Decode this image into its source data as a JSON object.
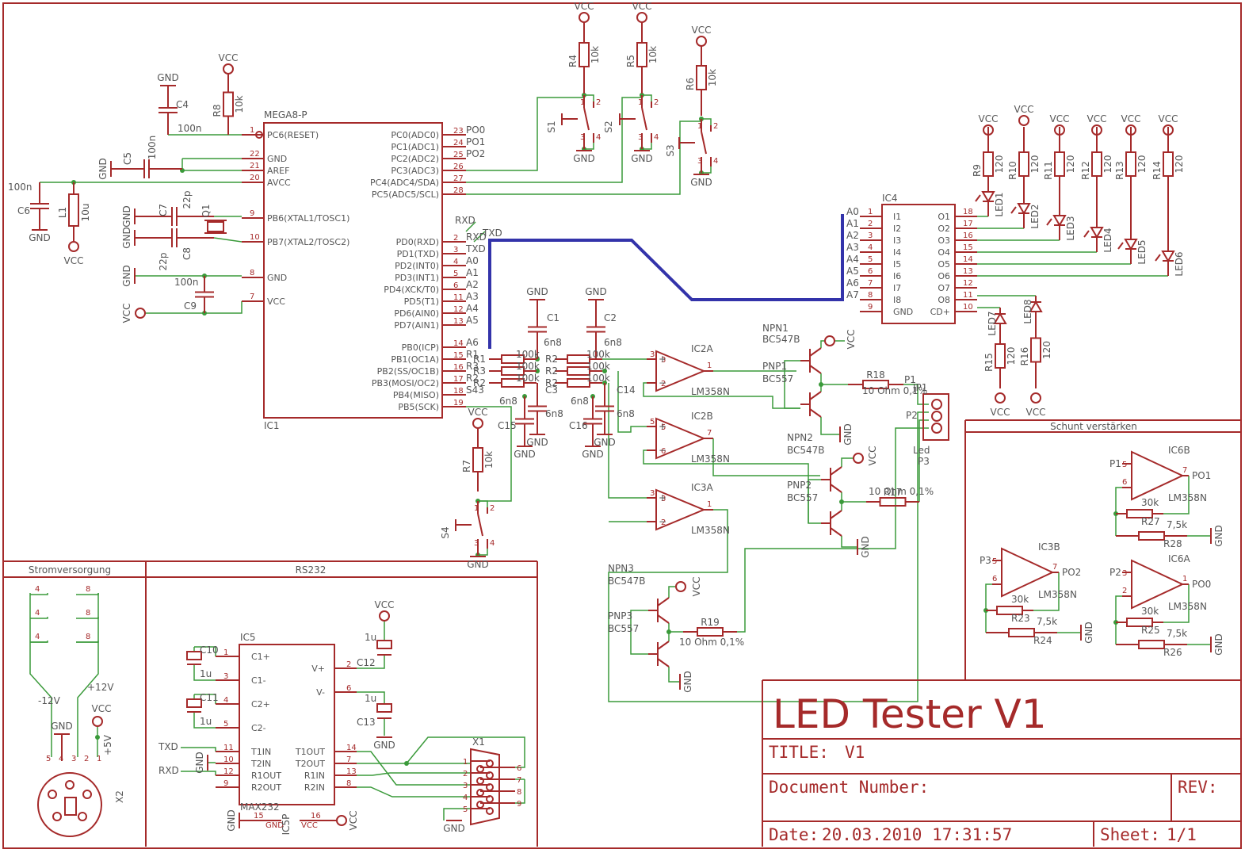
{
  "colors": {
    "symbol": "#a52a2a",
    "net": "#3a9a3a",
    "bus": "#3333aa",
    "text": "#555555",
    "background": "#ffffff"
  },
  "titleblock": {
    "big_title": "LED Tester V1",
    "title_label": "TITLE:",
    "title_value": "V1",
    "docnum_label": "Document Number:",
    "rev_label": "REV:",
    "date_label": "Date:",
    "date_value": "20.03.2010 17:31:57",
    "sheet_label": "Sheet:",
    "sheet_value": "1/1"
  },
  "sections": {
    "power": "Stromversorgung",
    "rs232": "RS232",
    "shunt": "Schunt verstärken"
  },
  "mcu": {
    "name": "MEGA8-P",
    "ref": "IC1",
    "left_pins": [
      {
        "num": "1",
        "name": "PC6(RESET)"
      },
      {
        "num": "22",
        "name": "GND"
      },
      {
        "num": "21",
        "name": "AREF"
      },
      {
        "num": "20",
        "name": "AVCC"
      },
      {
        "num": "9",
        "name": "PB6(XTAL1/TOSC1)"
      },
      {
        "num": "10",
        "name": "PB7(XTAL2/TOSC2)"
      },
      {
        "num": "8",
        "name": "GND"
      },
      {
        "num": "7",
        "name": "VCC"
      }
    ],
    "right_top": [
      {
        "num": "23",
        "name": "PC0(ADC0)",
        "net": "PO0"
      },
      {
        "num": "24",
        "name": "PC1(ADC1)",
        "net": "PO1"
      },
      {
        "num": "25",
        "name": "PC2(ADC2)",
        "net": "PO2"
      },
      {
        "num": "26",
        "name": "PC3(ADC3)",
        "net": ""
      },
      {
        "num": "27",
        "name": "PC4(ADC4/SDA)",
        "net": ""
      },
      {
        "num": "28",
        "name": "PC5(ADC5/SCL)",
        "net": ""
      }
    ],
    "right_mid": [
      {
        "num": "2",
        "name": "PD0(RXD)",
        "net": "RXD"
      },
      {
        "num": "3",
        "name": "PD1(TXD)",
        "net": "TXD"
      },
      {
        "num": "4",
        "name": "PD2(INT0)",
        "net": "A0"
      },
      {
        "num": "5",
        "name": "PD3(INT1)",
        "net": "A1"
      },
      {
        "num": "6",
        "name": "PD4(XCK/T0)",
        "net": "A2"
      },
      {
        "num": "11",
        "name": "PD5(T1)",
        "net": "A3"
      },
      {
        "num": "12",
        "name": "PD6(AIN0)",
        "net": "A4"
      },
      {
        "num": "13",
        "name": "PD7(AIN1)",
        "net": "A5"
      }
    ],
    "right_bot": [
      {
        "num": "14",
        "name": "PB0(ICP)",
        "net": "A6"
      },
      {
        "num": "15",
        "name": "PB1(OC1A)",
        "net": "R1"
      },
      {
        "num": "16",
        "name": "PB2(SS/OC1B)",
        "net": "R3"
      },
      {
        "num": "17",
        "name": "PB3(MOSI/OC2)",
        "net": "R2"
      },
      {
        "num": "18",
        "name": "PB4(MISO)",
        "net": "S43"
      },
      {
        "num": "19",
        "name": "PB5(SCK)",
        "net": ""
      }
    ]
  },
  "ic4": {
    "ref": "IC4",
    "left": [
      {
        "num": "1",
        "name": "I1",
        "net": "A0"
      },
      {
        "num": "2",
        "name": "I2",
        "net": "A1"
      },
      {
        "num": "3",
        "name": "I3",
        "net": "A2"
      },
      {
        "num": "4",
        "name": "I4",
        "net": "A3"
      },
      {
        "num": "5",
        "name": "I5",
        "net": "A4"
      },
      {
        "num": "6",
        "name": "I6",
        "net": "A5"
      },
      {
        "num": "7",
        "name": "I7",
        "net": "A6"
      },
      {
        "num": "8",
        "name": "I8",
        "net": "A7"
      },
      {
        "num": "9",
        "name": "GND",
        "net": ""
      }
    ],
    "right": [
      {
        "num": "18",
        "name": "O1"
      },
      {
        "num": "17",
        "name": "O2"
      },
      {
        "num": "16",
        "name": "O3"
      },
      {
        "num": "15",
        "name": "O4"
      },
      {
        "num": "14",
        "name": "O5"
      },
      {
        "num": "13",
        "name": "O6"
      },
      {
        "num": "12",
        "name": "O7"
      },
      {
        "num": "11",
        "name": "O8"
      },
      {
        "num": "10",
        "name": "CD+"
      }
    ],
    "bottom_net": "A7"
  },
  "top_leds": [
    {
      "r": "R9",
      "rv": "120",
      "led": "LED1"
    },
    {
      "r": "R10",
      "rv": "120",
      "led": "LED2"
    },
    {
      "r": "R11",
      "rv": "120",
      "led": "LED3"
    },
    {
      "r": "R12",
      "rv": "120",
      "led": "LED4"
    },
    {
      "r": "R13",
      "rv": "120",
      "led": "LED5"
    },
    {
      "r": "R14",
      "rv": "120",
      "led": "LED6"
    }
  ],
  "bottom_leds": [
    {
      "r": "R15",
      "rv": "120",
      "led": "LED7"
    },
    {
      "r": "R16",
      "rv": "120",
      "led": "LED8"
    }
  ],
  "nets": {
    "vcc": "VCC",
    "gnd": "GND",
    "txd": "TXD",
    "rxd": "RXD"
  },
  "passives": {
    "c4": {
      "ref": "C4",
      "val": "100n"
    },
    "r8": {
      "ref": "R8",
      "val": "10k"
    },
    "c5": {
      "ref": "C5",
      "val": "100n"
    },
    "c6": {
      "ref": "C6",
      "val": "100n"
    },
    "l1": {
      "ref": "L1",
      "val": "10u"
    },
    "c7": {
      "ref": "C7",
      "val": "22p"
    },
    "c8": {
      "ref": "C8",
      "val": "22p"
    },
    "q1": {
      "ref": "Q1"
    },
    "c9": {
      "ref": "C9",
      "val": "100n"
    },
    "r4": {
      "ref": "R4",
      "val": "10k"
    },
    "r5": {
      "ref": "R5",
      "val": "10k"
    },
    "r6": {
      "ref": "R6",
      "val": "10k"
    },
    "s1": "S1",
    "s2": "S2",
    "s3": "S3",
    "s4": "S4",
    "r7": {
      "ref": "R7",
      "val": "10k"
    },
    "c1": {
      "ref": "C1",
      "val": "6n8"
    },
    "c2": {
      "ref": "C2",
      "val": "6n8"
    },
    "c3": {
      "ref": "C3",
      "val": "6n8"
    },
    "c14": {
      "ref": "C14",
      "val": "6n8"
    },
    "c15": {
      "ref": "C15",
      "val": "6n8"
    },
    "c16": {
      "ref": "C16",
      "val": "6n8"
    },
    "r_left": [
      {
        "ref": "R1",
        "val": "100k"
      },
      {
        "ref": "R3",
        "val": "100k"
      },
      {
        "ref": "R2",
        "val": "100k"
      }
    ],
    "r_right": [
      {
        "ref": "R2",
        "val": "100k"
      },
      {
        "ref": "R2",
        "val": "100k"
      },
      {
        "ref": "R2",
        "val": "100k"
      }
    ],
    "r18": {
      "ref": "R18",
      "val": "10 Ohm 0,1%"
    },
    "r17": {
      "ref": "R17",
      "val": "10 Ohm 0,1%"
    },
    "r19": {
      "ref": "R19",
      "val": "10 Ohm 0,1%"
    }
  },
  "opamps": [
    {
      "ref": "IC2A",
      "type": "LM358N",
      "out": "1",
      "p": "3",
      "n": "2"
    },
    {
      "ref": "IC2B",
      "type": "LM358N",
      "out": "7",
      "p": "5",
      "n": "6"
    },
    {
      "ref": "IC3A",
      "type": "LM358N",
      "out": "1",
      "p": "3",
      "n": "2"
    }
  ],
  "transistors": [
    {
      "ref": "NPN1",
      "type": "BC547B"
    },
    {
      "ref": "PNP1",
      "type": "BC557"
    },
    {
      "ref": "NPN2",
      "type": "BC547B"
    },
    {
      "ref": "PNP2",
      "type": "BC557"
    },
    {
      "ref": "NPN3",
      "type": "BC547B"
    },
    {
      "ref": "PNP3",
      "type": "BC557"
    }
  ],
  "connectors": {
    "p1": "P1",
    "jp1": "JP1",
    "p2": "P2",
    "led": "Led",
    "p3": "P3",
    "x1": "X1",
    "x2": "X2"
  },
  "shunt_amps": [
    {
      "ref": "IC6B",
      "type": "LM358N",
      "in": "P1",
      "pin_p": "5",
      "pin_n": "6",
      "pin_o": "7",
      "out": "PO1",
      "rf": "R27",
      "rfv": "30k",
      "rg": "R28",
      "rgv": "7,5k"
    },
    {
      "ref": "IC3B",
      "type": "LM358N",
      "in": "P3",
      "pin_p": "5",
      "pin_n": "6",
      "pin_o": "7",
      "out": "PO2",
      "rf": "R23",
      "rfv": "30k",
      "rg": "R24",
      "rgv": "7,5k"
    },
    {
      "ref": "IC6A",
      "type": "LM358N",
      "in": "P2",
      "pin_p": "3",
      "pin_n": "2",
      "pin_o": "1",
      "out": "PO0",
      "rf": "R25",
      "rfv": "30k",
      "rg": "R26",
      "rgv": "7,5k"
    }
  ],
  "power": {
    "neg": "-12V",
    "pos": "+12V",
    "p5": "+5V",
    "gnd": "GND",
    "vcc": "VCC",
    "pins": [
      "4",
      "4",
      "4",
      "8",
      "8",
      "8",
      "5",
      "4",
      "3",
      "2",
      "1"
    ]
  },
  "max232": {
    "ref": "IC5",
    "name": "MAX232",
    "pwr_ref": "IC5P",
    "left": [
      {
        "num": "1",
        "name": "C1+"
      },
      {
        "num": "3",
        "name": "C1-"
      },
      {
        "num": "4",
        "name": "C2+"
      },
      {
        "num": "5",
        "name": "C2-"
      },
      {
        "num": "11",
        "name": "T1IN"
      },
      {
        "num": "10",
        "name": "T2IN"
      },
      {
        "num": "12",
        "name": "R1OUT"
      },
      {
        "num": "9",
        "name": "R2OUT"
      }
    ],
    "right": [
      {
        "num": "2",
        "name": "V+"
      },
      {
        "num": "6",
        "name": "V-"
      },
      {
        "num": "14",
        "name": "T1OUT"
      },
      {
        "num": "7",
        "name": "T2OUT"
      },
      {
        "num": "13",
        "name": "R1IN"
      },
      {
        "num": "8",
        "name": "R2IN"
      }
    ],
    "pwr_pins": {
      "gnd_num": "15",
      "gnd": "GND",
      "vcc_num": "16",
      "vcc": "VCC"
    },
    "caps": [
      {
        "ref": "C10",
        "val": "1u"
      },
      {
        "ref": "C11",
        "val": "1u"
      },
      {
        "ref": "C12",
        "val": "1u"
      },
      {
        "ref": "C13",
        "val": "1u"
      }
    ]
  },
  "dsub_pins": [
    "1",
    "2",
    "3",
    "4",
    "5",
    "6",
    "7",
    "8",
    "9"
  ],
  "switch_pins": [
    "1",
    "2",
    "3",
    "4"
  ]
}
